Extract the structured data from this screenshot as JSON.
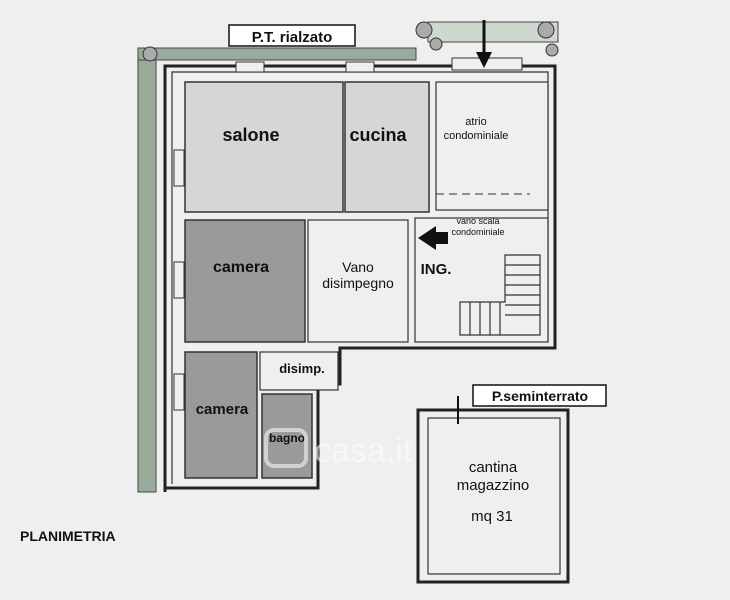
{
  "floor_labels": {
    "ground": "P.T. rialzato",
    "basement": "P.seminterrato"
  },
  "rooms": {
    "salone": "salone",
    "cucina": "cucina",
    "atrio_line1": "atrio",
    "atrio_line2": "condominiale",
    "scala_line1": "vano scala",
    "scala_line2": "condominiale",
    "camera1": "camera",
    "vano_line1": "Vano",
    "vano_line2": "disimpegno",
    "ingresso": "ING.",
    "disimp": "disimp.",
    "camera2": "camera",
    "bagno": "bagno",
    "cantina_line1": "cantina",
    "cantina_line2": "magazzino",
    "cantina_area": "mq 31"
  },
  "title": "PLANIMETRIA",
  "watermark": "casa.it",
  "colors": {
    "room_dark": "#9a9a9a",
    "room_light": "#d6d6d6",
    "background": "#efefef",
    "wall": "#222222"
  }
}
